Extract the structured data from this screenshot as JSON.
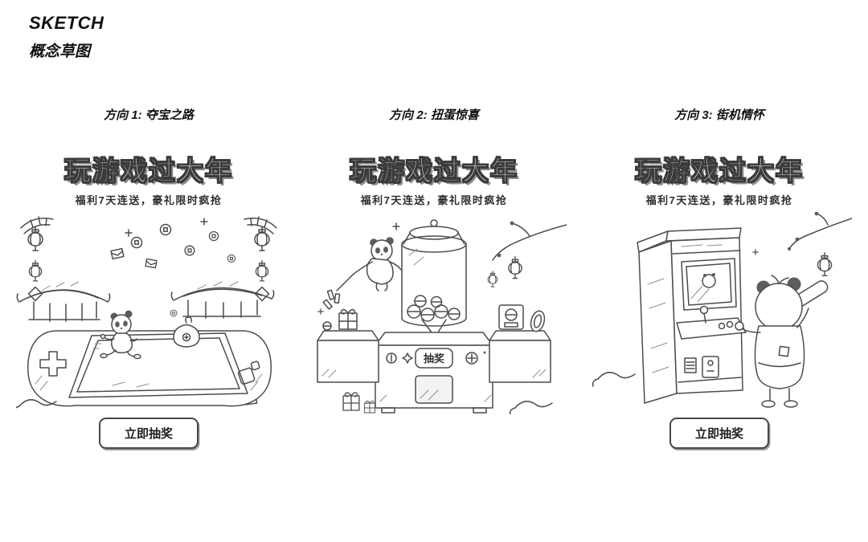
{
  "header": {
    "title": "SKETCH",
    "subtitle": "概念草图"
  },
  "style": {
    "ink_color": "#4c4c4c",
    "background": "#ffffff"
  },
  "concepts": [
    {
      "direction": "方向 1: 夺宝之路",
      "title": "玩游戏过大年",
      "subtitle": "福利7天连送，豪礼限时疯抢",
      "button": "立即抽奖",
      "scene": "gamepad-treasure-road-sketch"
    },
    {
      "direction": "方向 2: 扭蛋惊喜",
      "title": "玩游戏过大年",
      "subtitle": "福利7天连送，豪礼限时疯抢",
      "machine_button": "抽奖",
      "scene": "gashapon-machine-sketch"
    },
    {
      "direction": "方向 3: 街机情怀",
      "title": "玩游戏过大年",
      "subtitle": "福利7天连送，豪礼限时疯抢",
      "button": "立即抽奖",
      "scene": "arcade-cabinet-sketch"
    }
  ]
}
